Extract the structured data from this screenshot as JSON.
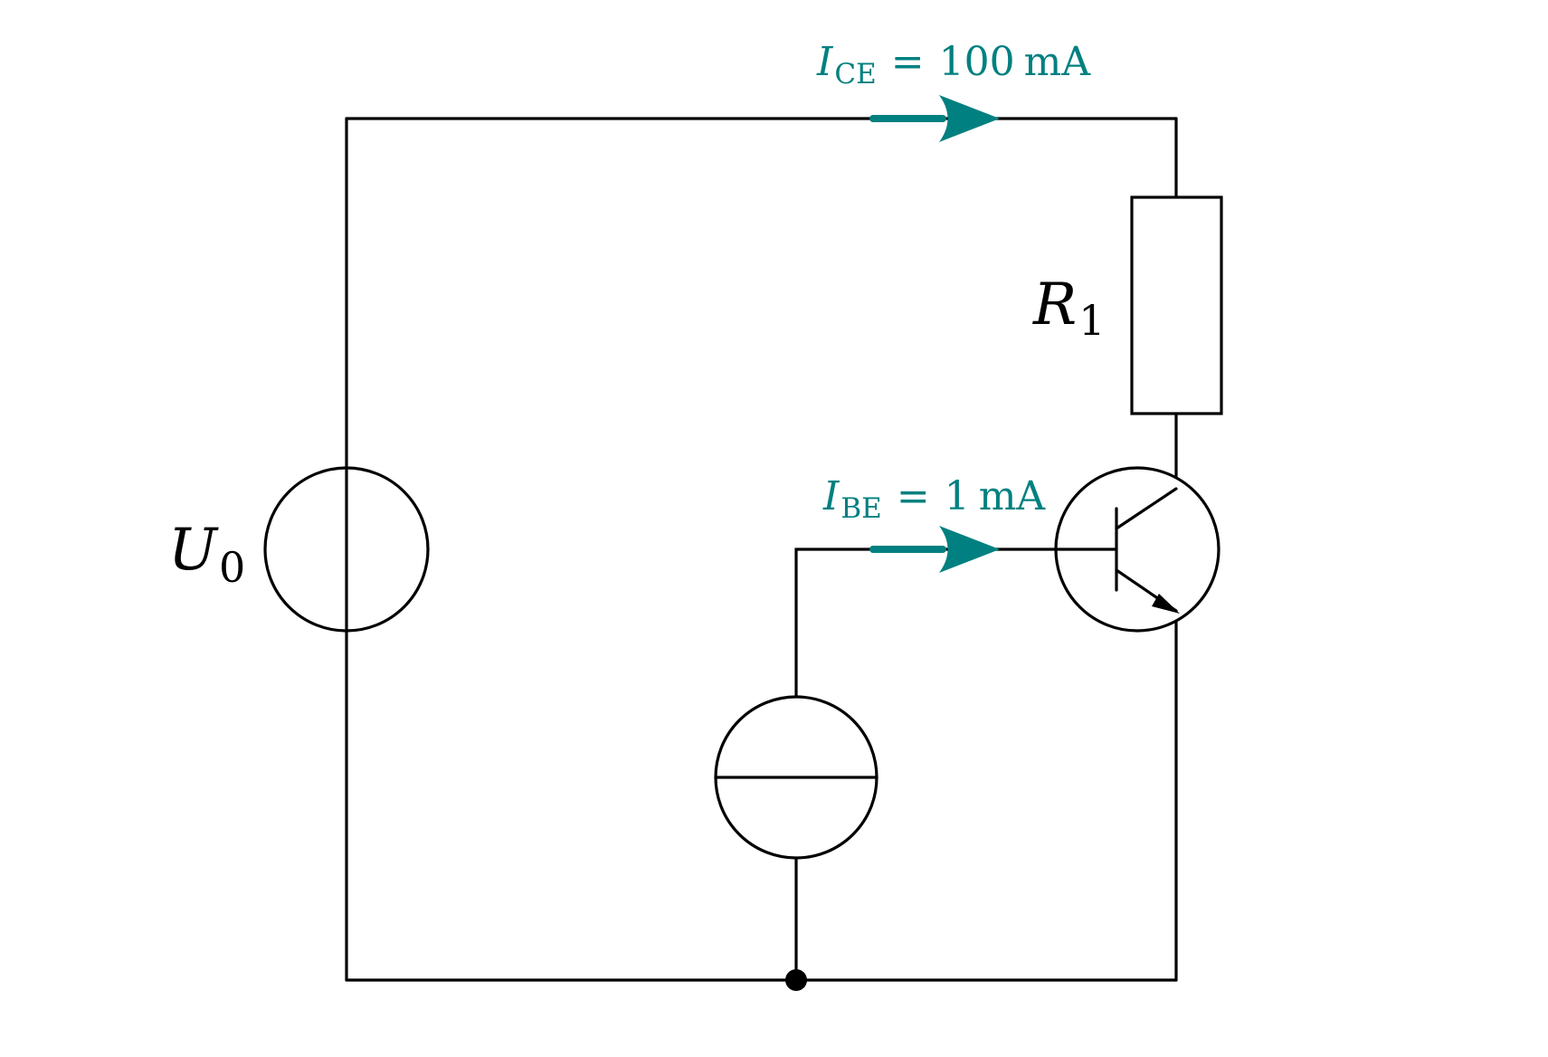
{
  "colors": {
    "wire": "#000000",
    "current_annotation": "#008080"
  },
  "components": {
    "voltage_source": {
      "symbol": "U",
      "subscript": "0"
    },
    "resistor": {
      "symbol": "R",
      "subscript": "1"
    },
    "transistor": {
      "kind": "npn-bipolar"
    },
    "current_source": {
      "kind": "ideal-current-source"
    }
  },
  "currents": {
    "collector_emitter": {
      "symbol": "I",
      "subscript": "CE",
      "equals": "=",
      "value": "100",
      "unit": "mA"
    },
    "base_emitter": {
      "symbol": "I",
      "subscript": "BE",
      "equals": "=",
      "value": "1",
      "unit": "mA"
    }
  }
}
